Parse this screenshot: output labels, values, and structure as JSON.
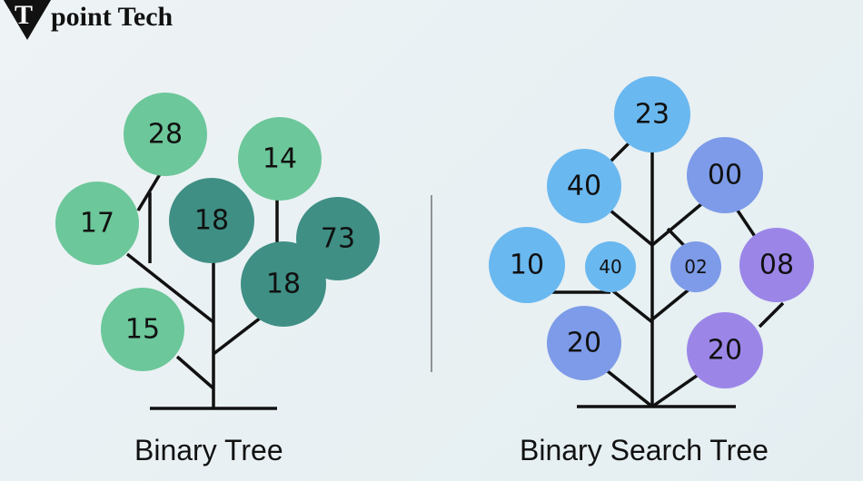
{
  "logo": {
    "initial": "T",
    "rest": "point Tech"
  },
  "binary_tree": {
    "caption": "Binary Tree",
    "nodes": [
      "28",
      "14",
      "17",
      "18",
      "73",
      "18",
      "15"
    ],
    "colors": {
      "light": "#6cc79a",
      "dark": "#3f8f85"
    }
  },
  "bst": {
    "caption": "Binary Search Tree",
    "nodes": [
      "23",
      "40",
      "00",
      "10",
      "40",
      "02",
      "08",
      "20",
      "20"
    ],
    "colors": {
      "blue": "#6ab8f0",
      "periwinkle": "#7d9be8",
      "violet": "#9b86e8"
    }
  }
}
